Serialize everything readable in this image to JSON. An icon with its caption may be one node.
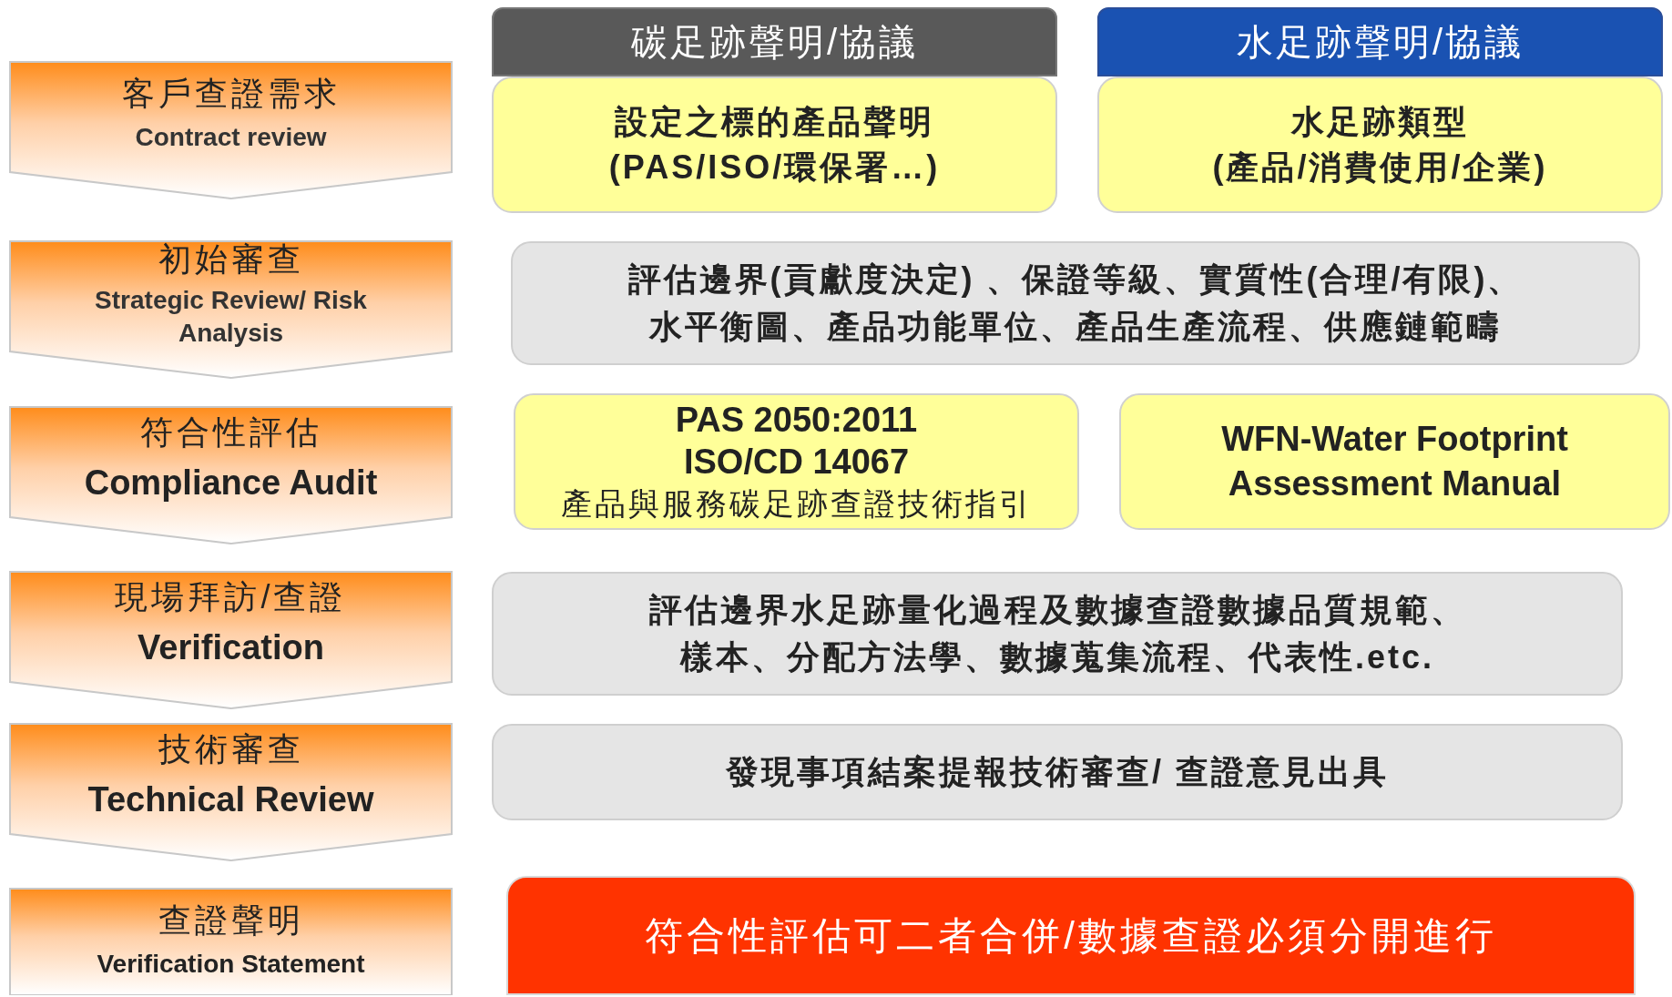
{
  "diagram": {
    "nodes": [
      {
        "text": [
          "客戶查證需求",
          "Contract review"
        ]
      },
      {
        "text": [
          "碳足跡聲明/協議"
        ]
      },
      {
        "text": [
          "水足跡聲明/協議"
        ]
      },
      {
        "text": [
          "設定之標的產品聲明 (PAS/ISO/環保署…)"
        ]
      },
      {
        "text": [
          "水足跡類型 (產品/消費使用/企業)"
        ]
      },
      {
        "text": [
          "初始審查",
          "Strategic Review/ Risk Analysis"
        ]
      },
      {
        "text": [
          "評估邊界(貢獻度決定) 、保證等級、實質性(合理/有限)、水平衡圖、產品功能單位、產品生產流程、供應鏈範疇"
        ]
      },
      {
        "text": [
          "符合性評估",
          "Compliance Audit"
        ]
      },
      {
        "text": [
          "PAS 2050:2011",
          "ISO/CD 14067",
          "產品與服務碳足跡查證技術指引"
        ]
      },
      {
        "text": [
          "WFN-Water Footprint Assessment Manual"
        ]
      },
      {
        "text": [
          "現場拜訪/查證",
          "Verification"
        ]
      },
      {
        "text": [
          "評估邊界水足跡量化過程及數據查證數據品質規範、樣本、分配方法學、數據蒐集流程、代表性.etc."
        ]
      },
      {
        "text": [
          "技術審查",
          "Technical Review"
        ]
      },
      {
        "text": [
          "發現事項結案提報技術審查/ 查證意見出具"
        ]
      },
      {
        "text": [
          "查證聲明",
          "Verification Statement"
        ]
      },
      {
        "text": [
          "符合性評估可二者合併/數據查證必須分開進行"
        ]
      }
    ]
  }
}
